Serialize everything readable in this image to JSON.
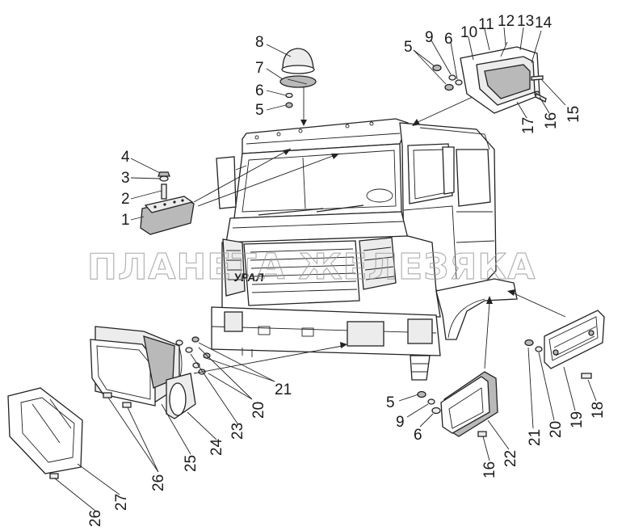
{
  "watermark": "ПЛАНЕТА ЖЕЛЕЗЯКА",
  "grille_badge": "УРАЛ",
  "callouts": [
    {
      "id": "c8",
      "text": "8"
    },
    {
      "id": "c7",
      "text": "7"
    },
    {
      "id": "c6a",
      "text": "6"
    },
    {
      "id": "c5a",
      "text": "5"
    },
    {
      "id": "c4",
      "text": "4"
    },
    {
      "id": "c3",
      "text": "3"
    },
    {
      "id": "c2",
      "text": "2"
    },
    {
      "id": "c1",
      "text": "1"
    },
    {
      "id": "c5b",
      "text": "5"
    },
    {
      "id": "c9a",
      "text": "9"
    },
    {
      "id": "c6b",
      "text": "6"
    },
    {
      "id": "c10",
      "text": "10"
    },
    {
      "id": "c11",
      "text": "11"
    },
    {
      "id": "c12",
      "text": "12"
    },
    {
      "id": "c13",
      "text": "13"
    },
    {
      "id": "c14",
      "text": "14"
    },
    {
      "id": "c15",
      "text": "15"
    },
    {
      "id": "c16a",
      "text": "16"
    },
    {
      "id": "c17",
      "text": "17"
    },
    {
      "id": "c21a",
      "text": "21"
    },
    {
      "id": "c20a",
      "text": "20"
    },
    {
      "id": "c23",
      "text": "23"
    },
    {
      "id": "c24",
      "text": "24"
    },
    {
      "id": "c25",
      "text": "25"
    },
    {
      "id": "c26a",
      "text": "26"
    },
    {
      "id": "c27",
      "text": "27"
    },
    {
      "id": "c26b",
      "text": "26"
    },
    {
      "id": "c5c",
      "text": "5"
    },
    {
      "id": "c9b",
      "text": "9"
    },
    {
      "id": "c6c",
      "text": "6"
    },
    {
      "id": "c16b",
      "text": "16"
    },
    {
      "id": "c22",
      "text": "22"
    },
    {
      "id": "c21b",
      "text": "21"
    },
    {
      "id": "c20b",
      "text": "20"
    },
    {
      "id": "c19",
      "text": "19"
    },
    {
      "id": "c18",
      "text": "18"
    }
  ]
}
